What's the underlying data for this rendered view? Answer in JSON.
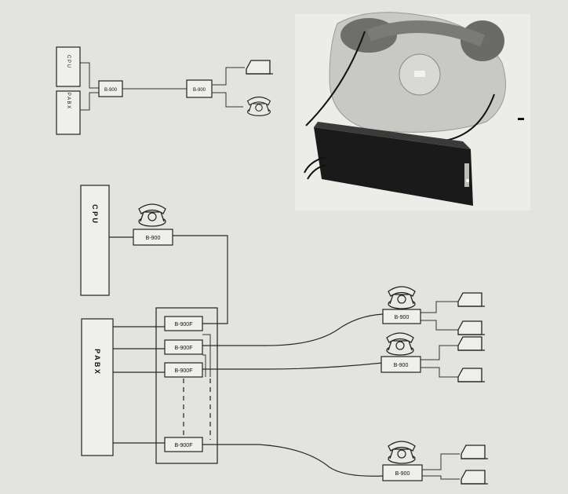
{
  "diagram": {
    "top": {
      "cpu_label": "C P U",
      "pabx_label": "P A B X",
      "modem_left_label": "B-900",
      "modem_right_label": "B-900"
    },
    "bottom": {
      "cpu_label": "C P U",
      "pabx_label": "P A B X",
      "cpu_modem_label": "B-900",
      "rack_modems": [
        "B-900F",
        "B-900F",
        "B-900F",
        "B-900F"
      ],
      "remote_modems": [
        "B-900",
        "B-900",
        "B-900"
      ]
    }
  },
  "colors": {
    "paper": "#e3e3df",
    "ink": "#222222",
    "photo_dark": "#1a1a1a"
  }
}
